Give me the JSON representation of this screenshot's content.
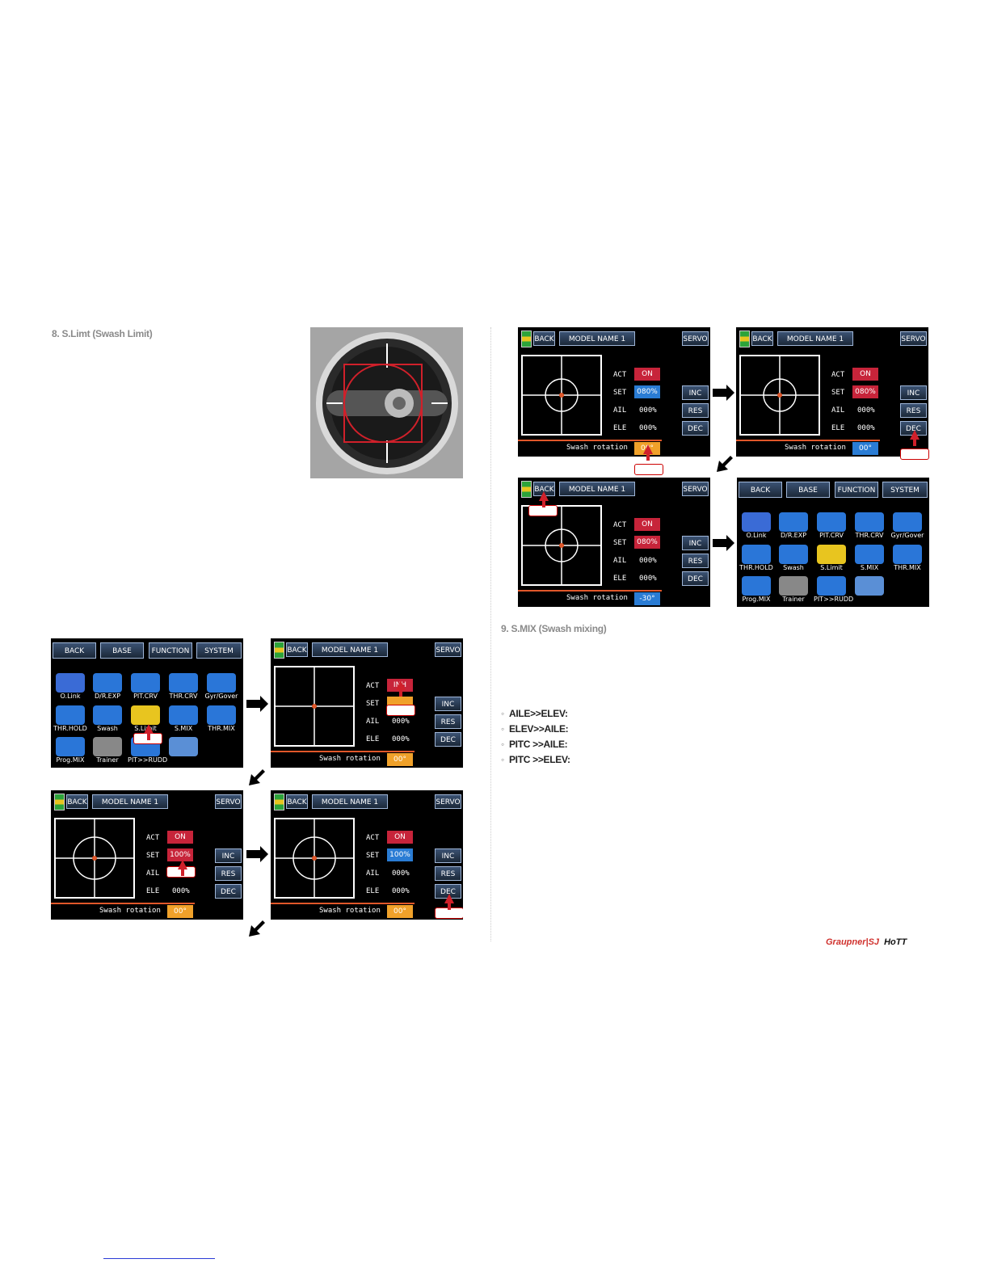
{
  "left_section": {
    "heading": "8. S.Limt (Swash Limit)"
  },
  "right_section": {
    "heading": "9. S.MIX (Swash mixing)",
    "bullets": [
      "AILE>>ELEV:",
      "ELEV>>AILE:",
      "PITC >>AILE:",
      "PITC >>ELEV:"
    ]
  },
  "logo": {
    "brand": "Graupner",
    "suffix": "SJ",
    "mark": "HoTT"
  },
  "menu": {
    "tabs": [
      "BACK",
      "BASE",
      "FUNCTION",
      "SYSTEM"
    ],
    "items": [
      "O.Link",
      "D/R.EXP",
      "PIT.CRV",
      "THR.CRV",
      "Gyr/Gover",
      "THR.HOLD",
      "Swash",
      "S.Limit",
      "S.MIX",
      "THR.MIX",
      "Prog.MIX",
      "Trainer",
      "PIT>>RUDD",
      ""
    ]
  },
  "screen": {
    "back": "BACK",
    "model": "MODEL NAME  1",
    "servo": "SERVO",
    "act": "ACT",
    "set": "SET",
    "ail": "AIL",
    "ele": "ELE",
    "inc": "INC",
    "res": "RES",
    "dec": "DEC",
    "rotation": "Swash rotation"
  },
  "screens": {
    "s1": {
      "act": "INH",
      "set": "",
      "ail": "000%",
      "ele": "000%",
      "rot": "00°"
    },
    "s2": {
      "act": "ON",
      "set": "100%",
      "ail": "",
      "ele": "000%",
      "rot": "00°"
    },
    "s3": {
      "act": "ON",
      "set": "100%",
      "ail": "000%",
      "ele": "000%",
      "rot": "00°"
    },
    "r1": {
      "act": "ON",
      "set": "080%",
      "ail": "000%",
      "ele": "000%",
      "rot": "00°"
    },
    "r2": {
      "act": "ON",
      "set": "080%",
      "ail": "000%",
      "ele": "000%",
      "rot": "00°"
    },
    "r3": {
      "act": "ON",
      "set": "080%",
      "ail": "000%",
      "ele": "000%",
      "rot": "-30°"
    }
  },
  "colors": {
    "act_on": "#c7243a",
    "selected": "#2a7cd4",
    "rotation": "#f0a12a",
    "menu_bg": "#000000"
  }
}
